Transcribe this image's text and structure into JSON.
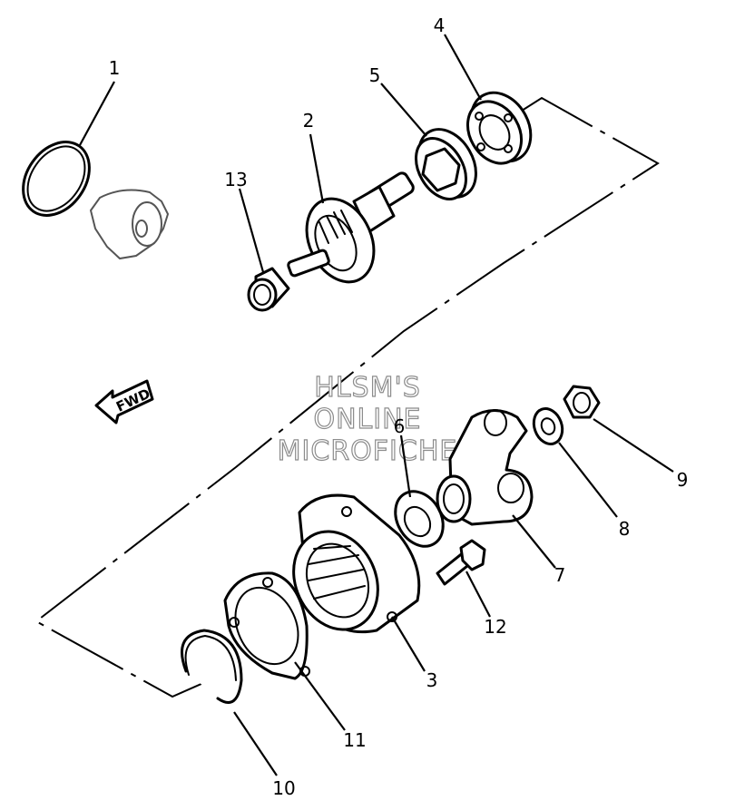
{
  "diagram": {
    "parts": [
      {
        "id": "p1",
        "label": "1"
      },
      {
        "id": "p2",
        "label": "2"
      },
      {
        "id": "p3",
        "label": "3"
      },
      {
        "id": "p4",
        "label": "4"
      },
      {
        "id": "p5",
        "label": "5"
      },
      {
        "id": "p6",
        "label": "6"
      },
      {
        "id": "p7",
        "label": "7"
      },
      {
        "id": "p8",
        "label": "8"
      },
      {
        "id": "p9",
        "label": "9"
      },
      {
        "id": "p10",
        "label": "10"
      },
      {
        "id": "p11",
        "label": "11"
      },
      {
        "id": "p12",
        "label": "12"
      },
      {
        "id": "p13",
        "label": "13"
      }
    ],
    "direction_label": "FWD",
    "watermark": [
      "HLSM'S",
      "ONLINE",
      "MICROFICHE"
    ]
  }
}
